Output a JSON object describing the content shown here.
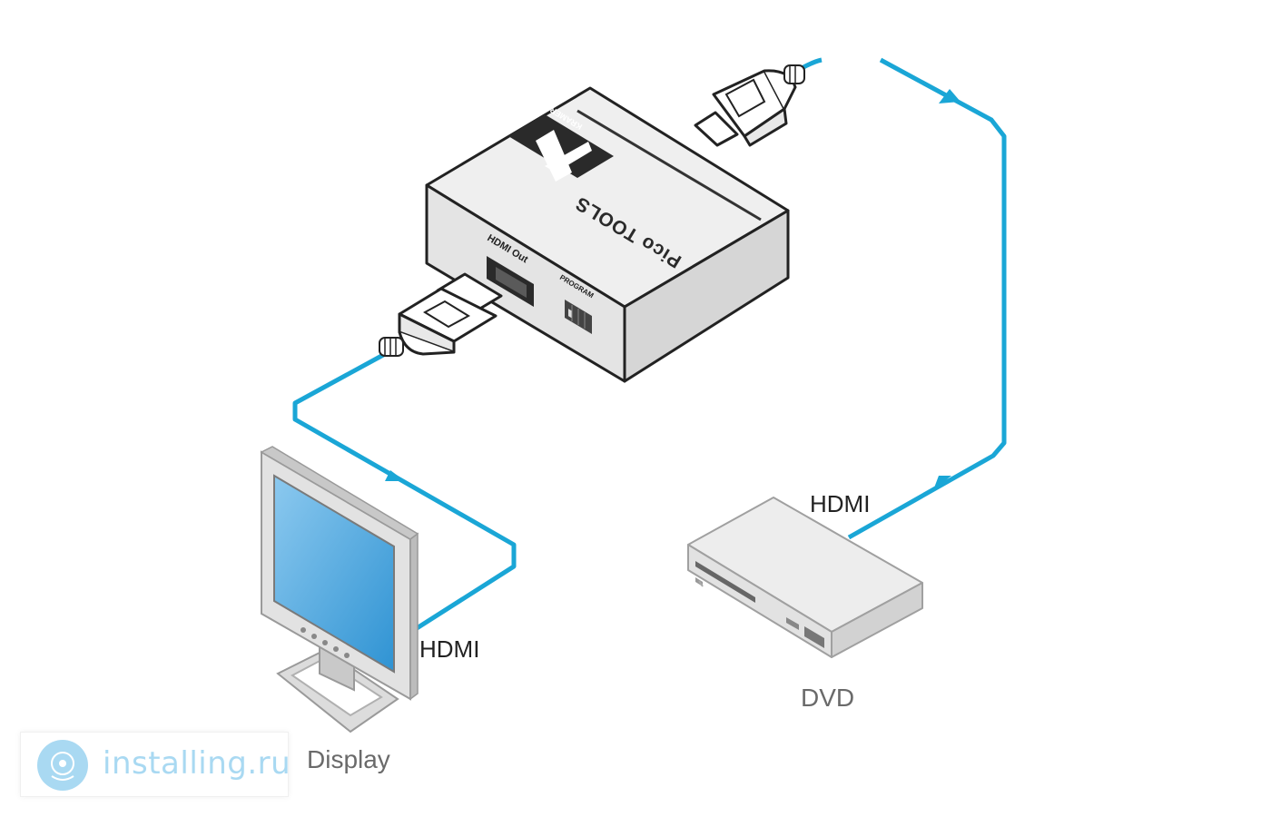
{
  "device": {
    "brand": "KRAMER",
    "model_label": "Pico TOOLS",
    "port_label": "HDMI Out",
    "switch_label": "PROGRAM"
  },
  "cables": {
    "display_cable_label": "HDMI",
    "dvd_cable_label": "HDMI"
  },
  "devices": {
    "dvd_label": "DVD",
    "display_label": "Display"
  },
  "watermark": {
    "text": "installing.ru"
  },
  "colors": {
    "cable": "#1aa6d6",
    "device_body": "#e6e6e6",
    "screen": "#58b3e3"
  }
}
